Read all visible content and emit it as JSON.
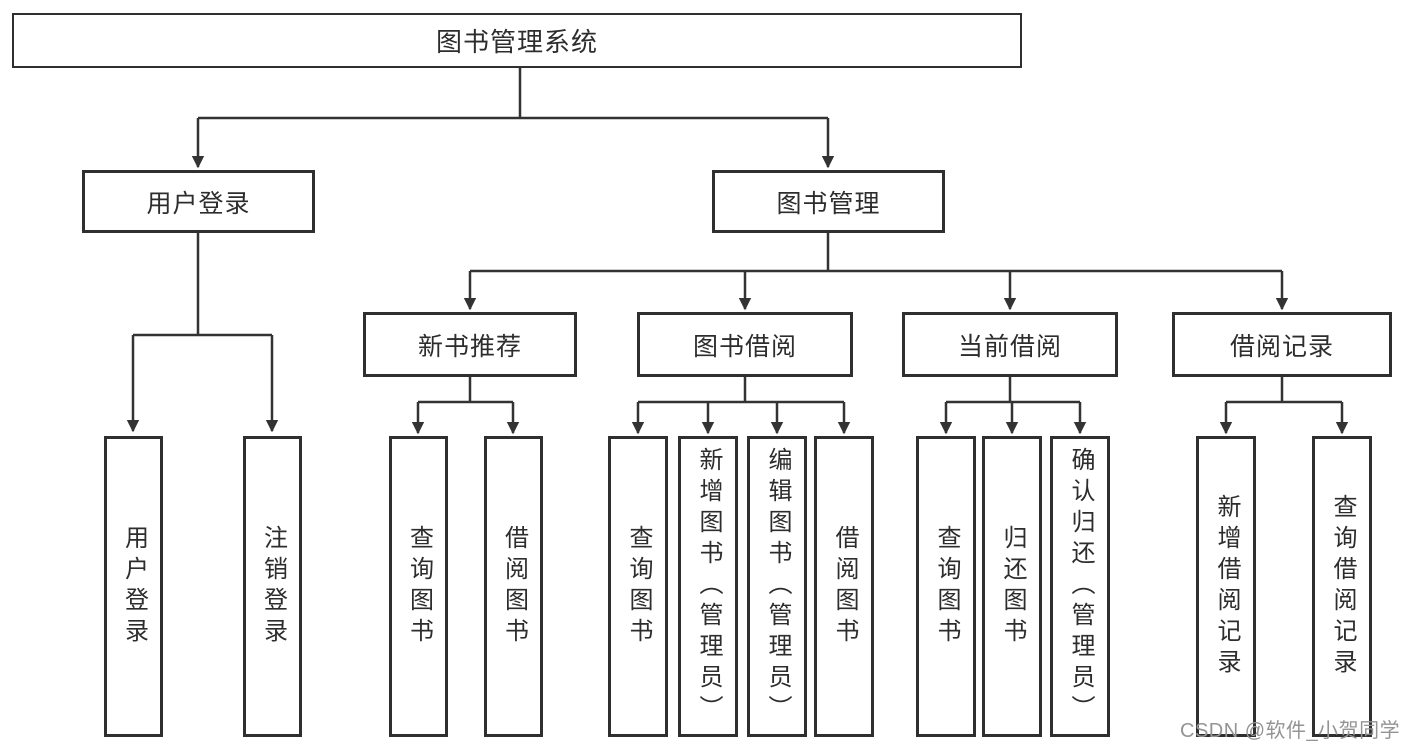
{
  "nodes": {
    "root": "图书管理系统",
    "level2": [
      "用户登录",
      "图书管理"
    ],
    "level3": [
      "新书推荐",
      "图书借阅",
      "当前借阅",
      "借阅记录"
    ],
    "user_children": [
      "用户登录",
      "注销登录"
    ],
    "recommend_children": [
      "查询图书",
      "借阅图书"
    ],
    "borrow_children": [
      "查询图书",
      "新增图书（管理员）",
      "编辑图书（管理员）",
      "借阅图书"
    ],
    "current_children": [
      "查询图书",
      "归还图书",
      "确认归还（管理员）"
    ],
    "records_children": [
      "新增借阅记录",
      "查询借阅记录"
    ]
  },
  "colors": {
    "line": "#333333",
    "border": "#2f2f2f",
    "text": "#2d2d2d",
    "watermark": "#949494"
  },
  "watermark": "CSDN @软件_小贺同学"
}
